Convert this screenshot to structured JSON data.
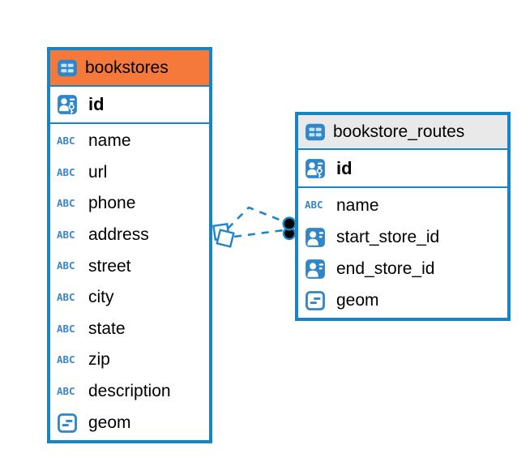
{
  "diagram": {
    "kind": "entity-relationship",
    "background": "#ffffff"
  },
  "colors": {
    "table_border": "#1585C8",
    "bookstores_header_bg": "#F5793B",
    "routes_header_bg": "#E9E9E9",
    "icon_blue": "#2F86C8",
    "abc_icon_blue": "#3A87C8",
    "relation_line_blue": "#1E86C8",
    "text": "#000000"
  },
  "icons": {
    "text_type_label": "ABC",
    "table_icon": "table-grid-icon",
    "primary_key_icon": "person-with-key-icon",
    "foreign_key_icon": "person-card-icon",
    "geometry_icon": "box-with-dashes-icon"
  },
  "tables": [
    {
      "name": "bookstores",
      "header_style": "orange",
      "primary_key": {
        "name": "id",
        "icon": "person-with-key-icon"
      },
      "columns": [
        {
          "name": "name",
          "icon": "text-type-icon"
        },
        {
          "name": "url",
          "icon": "text-type-icon"
        },
        {
          "name": "phone",
          "icon": "text-type-icon"
        },
        {
          "name": "address",
          "icon": "text-type-icon"
        },
        {
          "name": "street",
          "icon": "text-type-icon"
        },
        {
          "name": "city",
          "icon": "text-type-icon"
        },
        {
          "name": "state",
          "icon": "text-type-icon"
        },
        {
          "name": "zip",
          "icon": "text-type-icon"
        },
        {
          "name": "description",
          "icon": "text-type-icon"
        },
        {
          "name": "geom",
          "icon": "geometry-type-icon"
        }
      ]
    },
    {
      "name": "bookstore_routes",
      "header_style": "gray",
      "primary_key": {
        "name": "id",
        "icon": "person-with-key-icon"
      },
      "columns": [
        {
          "name": "name",
          "icon": "text-type-icon"
        },
        {
          "name": "start_store_id",
          "icon": "person-card-icon"
        },
        {
          "name": "end_store_id",
          "icon": "person-card-icon"
        },
        {
          "name": "geom",
          "icon": "geometry-type-icon"
        }
      ]
    }
  ],
  "relations": [
    {
      "from_table": "bookstores",
      "to_table": "bookstore_routes",
      "line_style": "dashed",
      "source_marker": "overlapping-squares",
      "target_marker": "filled-circle"
    },
    {
      "from_table": "bookstores",
      "to_table": "bookstore_routes",
      "line_style": "dashed",
      "source_marker": "overlapping-squares",
      "target_marker": "filled-circle"
    }
  ]
}
